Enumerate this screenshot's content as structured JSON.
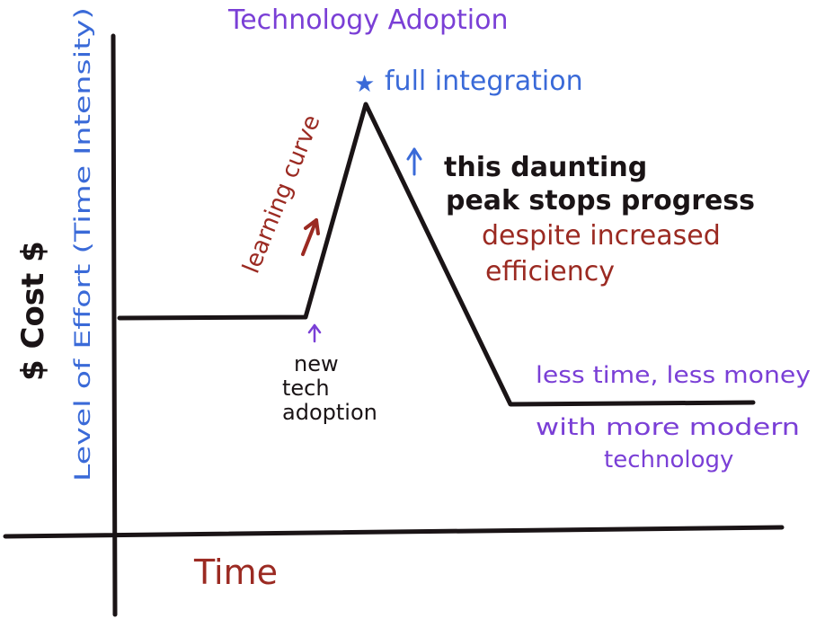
{
  "title": "Technology Adoption",
  "y_axis": {
    "primary_label": "$ Cost $",
    "secondary_label": "Level of Effort (Time Intensity)"
  },
  "x_axis": {
    "label": "Time"
  },
  "annotations": {
    "peak_star": "★",
    "peak_label": "full integration",
    "learning_curve": "learning curve",
    "new_tech_line1": "new",
    "new_tech_line2": "tech",
    "new_tech_line3": "adoption",
    "daunting_line1": "this daunting",
    "daunting_line2": "peak stops progress",
    "despite_line1": "despite increased",
    "despite_line2": "efficiency",
    "less_line1": "less time, less money",
    "less_line2": "with more modern",
    "less_line3": "technology"
  },
  "colors": {
    "ink_black": "#1a1416",
    "ink_purple": "#7a3fd6",
    "ink_blue": "#3a6ad8",
    "ink_red": "#9b2a22"
  }
}
